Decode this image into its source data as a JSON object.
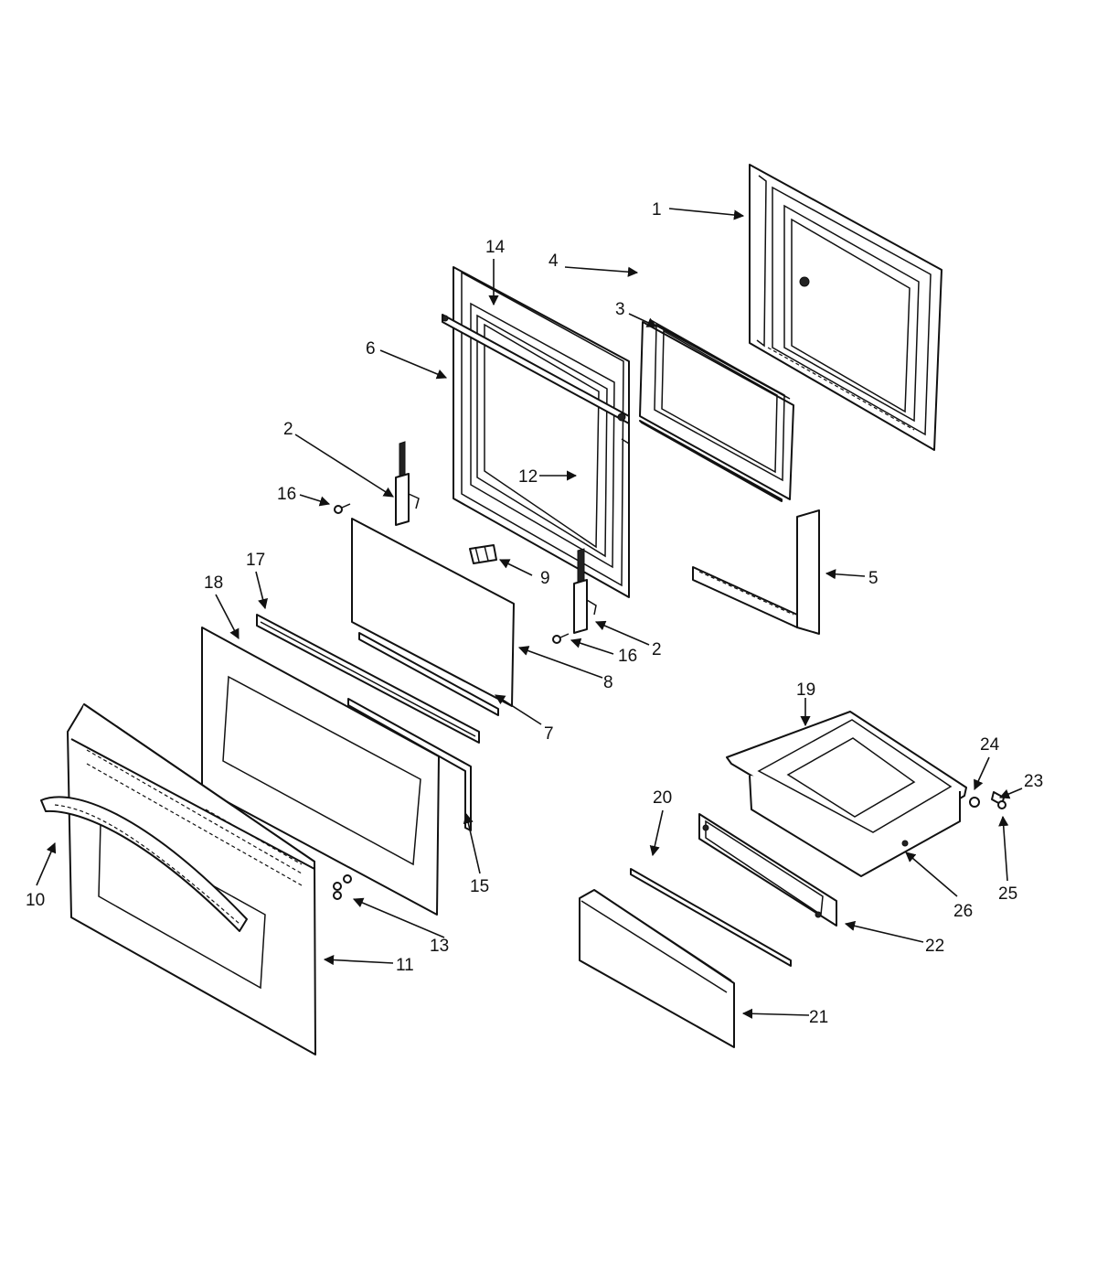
{
  "callouts": {
    "c1": "1",
    "c2a": "2",
    "c2b": "2",
    "c3": "3",
    "c4": "4",
    "c5": "5",
    "c6": "6",
    "c7": "7",
    "c8": "8",
    "c9": "9",
    "c10": "10",
    "c11": "11",
    "c12": "12",
    "c13": "13",
    "c14": "14",
    "c15": "15",
    "c16a": "16",
    "c16b": "16",
    "c17": "17",
    "c18": "18",
    "c19": "19",
    "c20": "20",
    "c21": "21",
    "c22": "22",
    "c23": "23",
    "c24": "24",
    "c25": "25",
    "c26": "26"
  }
}
